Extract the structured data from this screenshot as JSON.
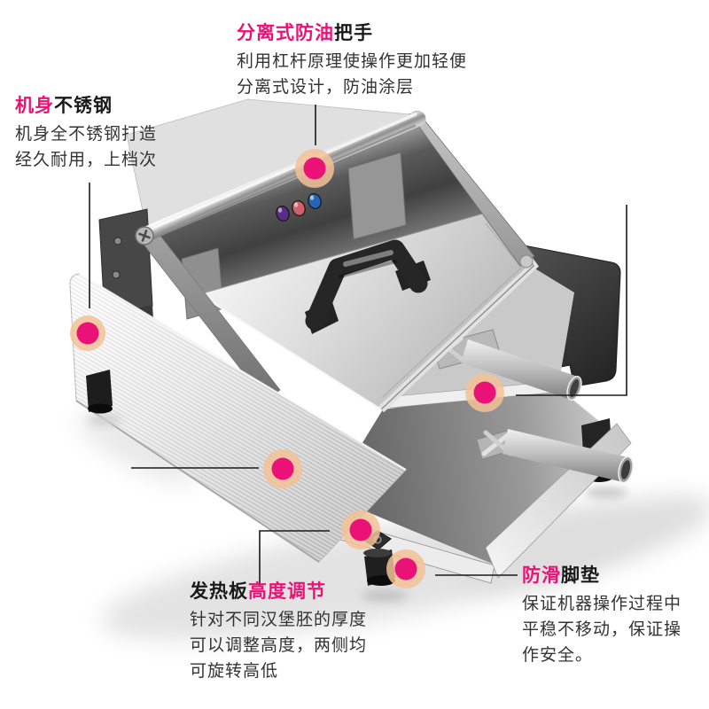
{
  "colors": {
    "background": "#ffffff",
    "accent_pink": "#ea1277",
    "dot_halo": "#f2c296",
    "callout_line": "#1a1a1a",
    "title_dark": "#1a1a1a",
    "body_text": "#333333",
    "light_purple": "#5c2d86",
    "light_red": "#d2606a",
    "light_blue": "#2565b8"
  },
  "callouts": {
    "handle": {
      "title": [
        {
          "text": "分离式防油"
        },
        {
          "text": "把手"
        }
      ],
      "lines": [
        "利用杠杆原理使操作更加轻便",
        "分离式设计，防油涂层"
      ]
    },
    "body": {
      "title": [
        {
          "text": "机身"
        },
        {
          "text": "不锈钢"
        }
      ],
      "lines": [
        "机身全不锈钢打造",
        "经久耐用，上档次"
      ]
    },
    "heating_plate": {
      "title": [
        {
          "text": "发热板"
        },
        {
          "text": "高度调节"
        }
      ],
      "lines": [
        "针对不同汉堡胚的厚度",
        "可以调整高度，两侧均",
        "可旋转高低"
      ]
    },
    "feet": {
      "title": [
        {
          "text": "防滑"
        },
        {
          "text": "脚垫"
        }
      ],
      "lines": [
        "保证机器操作过程中",
        "平稳不移动，保证操",
        "作安全。"
      ]
    }
  }
}
